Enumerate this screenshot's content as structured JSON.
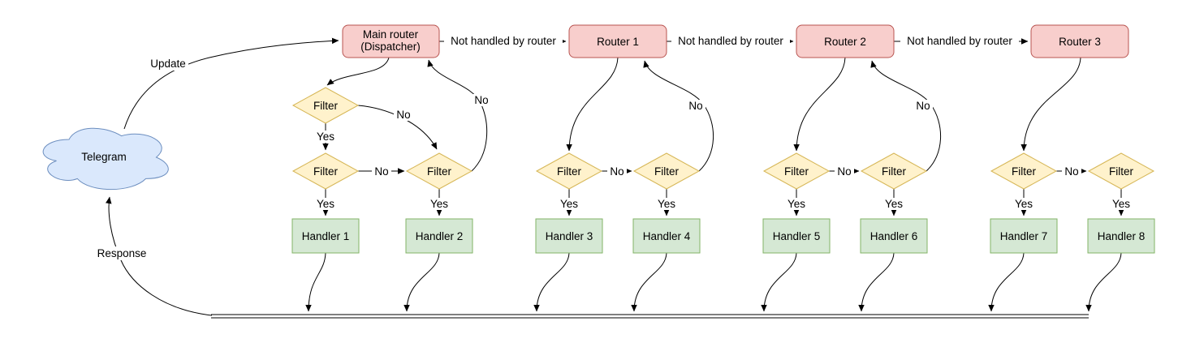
{
  "diagram": {
    "cloud_label": "Telegram",
    "labels": {
      "update": "Update",
      "response": "Response",
      "not_handled": "Not handled by router",
      "yes": "Yes",
      "no": "No",
      "filter": "Filter"
    },
    "routers": [
      {
        "line1": "Main router",
        "line2": "(Dispatcher)"
      },
      {
        "line1": "Router 1"
      },
      {
        "line1": "Router 2"
      },
      {
        "line1": "Router 3"
      }
    ],
    "handlers": [
      "Handler 1",
      "Handler 2",
      "Handler 3",
      "Handler 4",
      "Handler 5",
      "Handler 6",
      "Handler 7",
      "Handler 8"
    ],
    "colors": {
      "router_fill": "#f8cecc",
      "router_stroke": "#b85450",
      "filter_fill": "#fff2cc",
      "filter_stroke": "#d6b656",
      "handler_fill": "#d5e8d4",
      "handler_stroke": "#82b366",
      "cloud_fill": "#dae8fc",
      "cloud_stroke": "#6c8ebf",
      "edge": "#000000",
      "background": "#ffffff"
    }
  }
}
